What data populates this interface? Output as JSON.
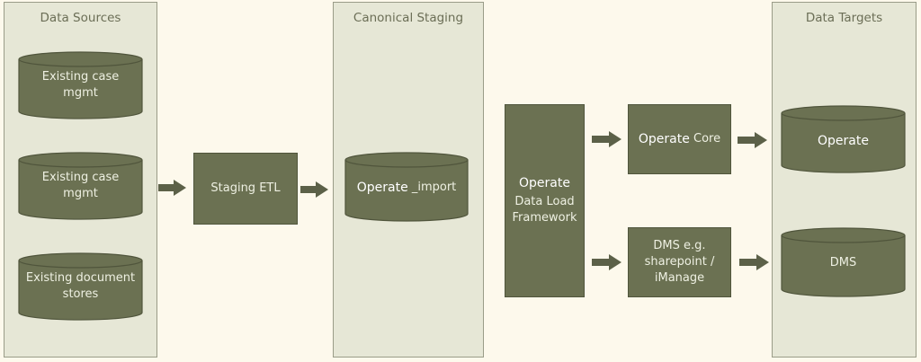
{
  "colors": {
    "background": "#fdf9ec",
    "panel": "#e6e7d6",
    "node_fill": "#6b7152",
    "node_stroke": "#50553c",
    "text_light": "#eef0e2",
    "panel_title": "#6b6e56"
  },
  "panels": {
    "sources": {
      "title": "Data Sources"
    },
    "staging": {
      "title": "Canonical Staging"
    },
    "targets": {
      "title": "Data Targets"
    }
  },
  "sources": [
    {
      "line1": "Existing case",
      "line2": "mgmt"
    },
    {
      "line1": "Existing case",
      "line2": "mgmt"
    },
    {
      "line1": "Existing document",
      "line2": "stores"
    }
  ],
  "staging_etl": {
    "label": "Staging ETL"
  },
  "staging_db": {
    "strong": "Operate",
    "rest": " _import"
  },
  "framework": {
    "line1": "Operate",
    "line2": "Data Load",
    "line3": "Framework"
  },
  "operate_core": {
    "strong": "Operate",
    "rest": " Core"
  },
  "dms_box": {
    "line1": "DMS e.g.",
    "line2": "sharepoint /",
    "line3": "iManage"
  },
  "targets": [
    {
      "label": "Operate"
    },
    {
      "label": "DMS"
    }
  ]
}
